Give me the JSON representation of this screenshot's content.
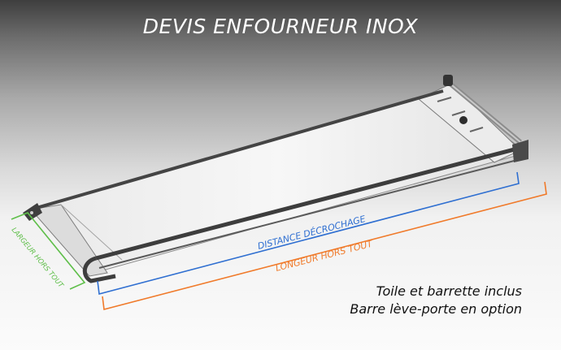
{
  "title": "DEVIS ENFOURNEUR INOX",
  "dimensions": {
    "largeur": "LARGEUR HORS TOUT",
    "distance": "DISTANCE DÉCROCHAGE",
    "longueur": "LONGEUR HORS TOUT"
  },
  "notes": [
    "Toile et barrette inclus",
    "Barre lève-porte en option"
  ],
  "colors": {
    "largeur": "#5fbf4a",
    "distance": "#2f6fd1",
    "longueur": "#f07a2a",
    "frame": "#4a4a4a"
  }
}
